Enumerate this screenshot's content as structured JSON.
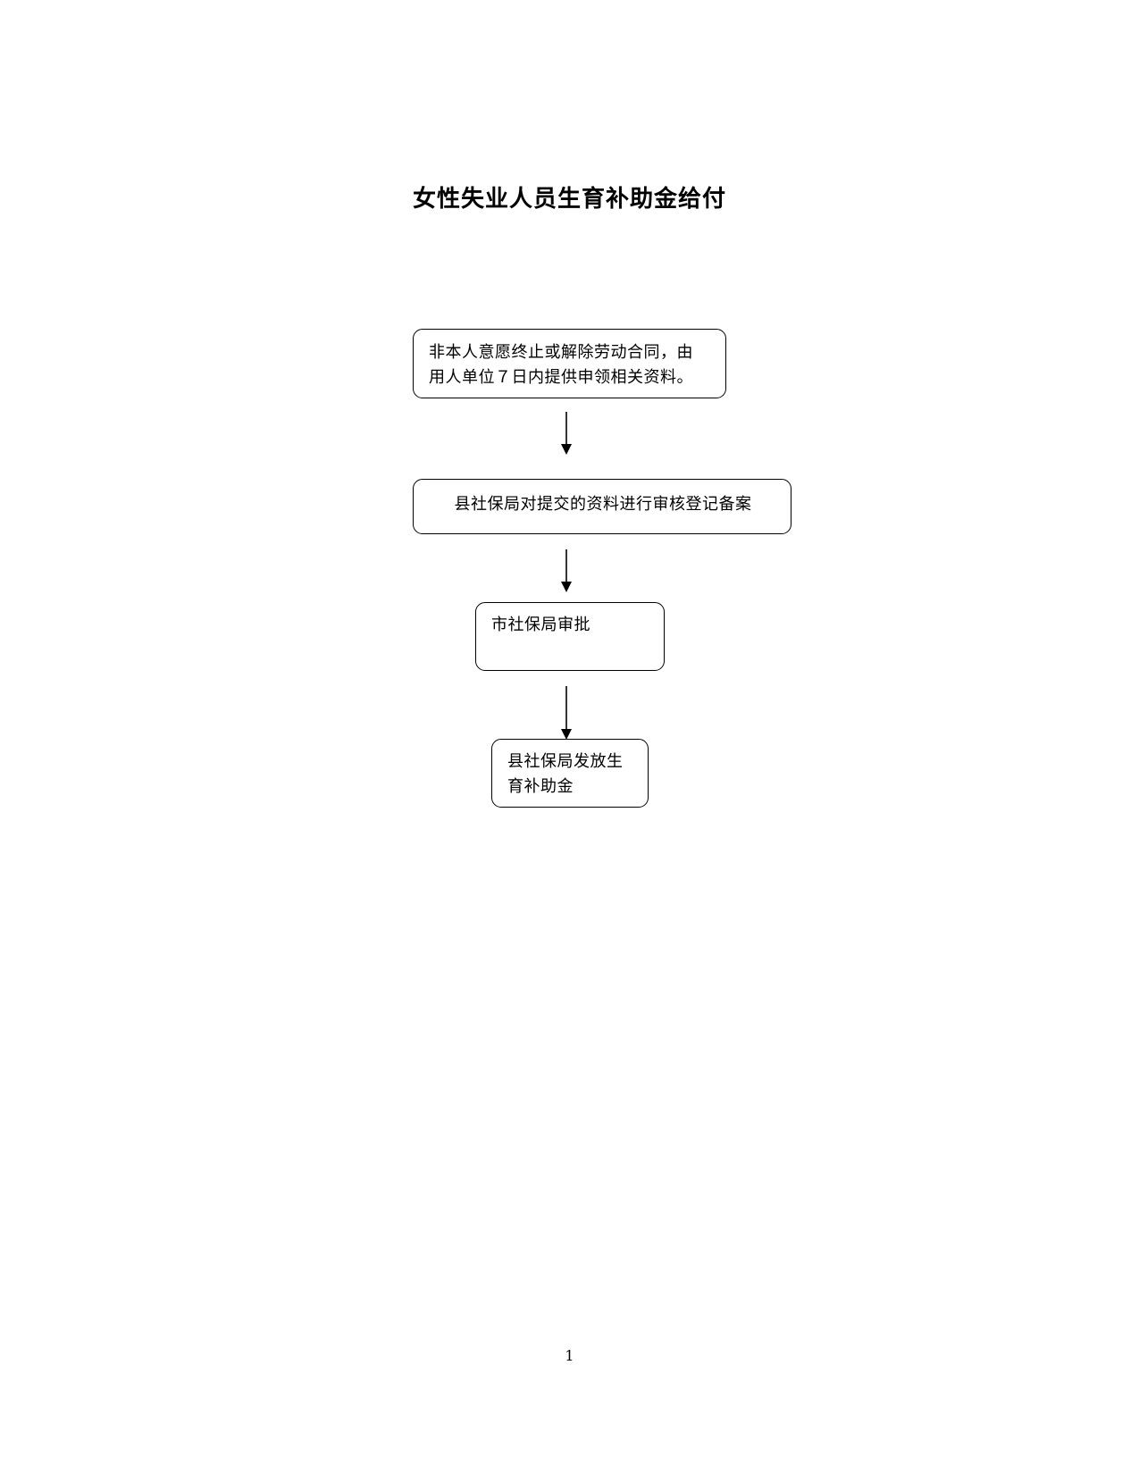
{
  "document": {
    "title": "女性失业人员生育补助金给付",
    "page_number": "1"
  },
  "flowchart": {
    "steps": [
      {
        "label": "非本人意愿终止或解除劳动合同，由\n用人单位７日内提供申领相关资料。"
      },
      {
        "label": "县社保局对提交的资料进行审核登记备案"
      },
      {
        "label": "市社保局审批"
      },
      {
        "label": "县社保局发放生\n育补助金"
      }
    ],
    "line_color": "#000000",
    "box_border_color": "#000000"
  }
}
